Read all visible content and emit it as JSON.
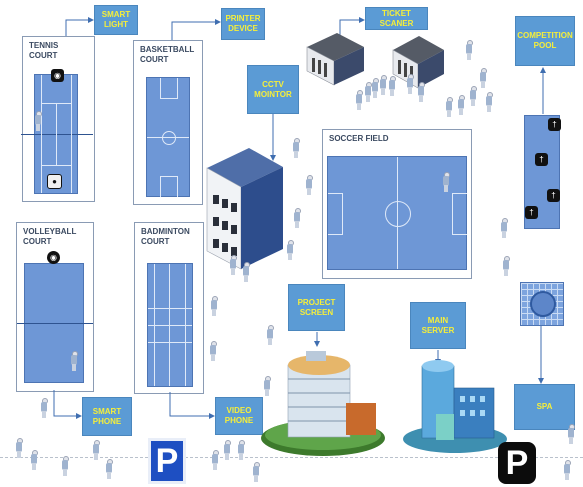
{
  "labels": {
    "smart_light": "SMART LIGHT",
    "printer_device": "PRINTER DEVICE",
    "ticket_scaner": "TICKET SCANER",
    "competition_pool": "COMPETITION POOL",
    "cctv_monitor": "CCTV MOINTOR",
    "project_screen": "PROJECT SCREEN",
    "main_server": "MAIN SERVER",
    "spa": "SPA",
    "smart_phone": "SMART PHONE",
    "video_phone": "VIDEO PHONE"
  },
  "areas": {
    "tennis": "TENNIS COURT",
    "basketball": "BASKETBALL COURT",
    "volleyball": "VOLLEYBALL COURT",
    "badminton": "BADMINTON COURT",
    "soccer": "SOCCER FIELD"
  },
  "parking": {
    "left_glyph": "P",
    "right_glyph": "P"
  },
  "colors": {
    "callout_bg": "#5b9bd5",
    "callout_text": "#f6ef3a",
    "field": "#6e97d6",
    "parking_blue": "#1e4fc2"
  }
}
